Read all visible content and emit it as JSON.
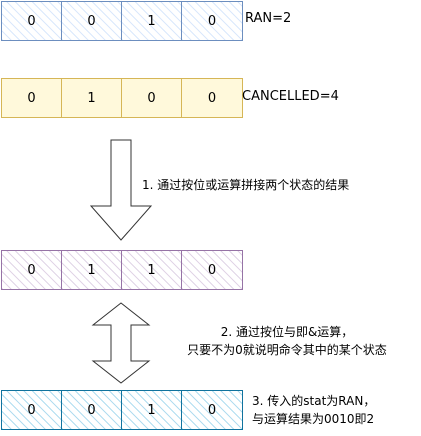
{
  "rows": {
    "ran": {
      "cells": [
        "0",
        "0",
        "1",
        "0"
      ],
      "label": "RAN=2"
    },
    "cancelled": {
      "cells": [
        "0",
        "1",
        "0",
        "0"
      ],
      "label": "CANCELLED=4"
    },
    "combined": {
      "cells": [
        "0",
        "1",
        "1",
        "0"
      ]
    },
    "result": {
      "cells": [
        "0",
        "0",
        "1",
        "0"
      ]
    }
  },
  "notes": {
    "step1": "1. 通过按位或运算拼接两个状态的结果",
    "step2_line1": "2. 通过按位与即&运算，",
    "step2_line2": "只要不为0就说明命令其中的某个状态",
    "step3_line1": "3. 传入的stat为RAN，",
    "step3_line2": "与运算结果为0010即2"
  },
  "colors": {
    "ran_border": "#6c8ebf",
    "cancelled_border": "#d6b656",
    "combined_border": "#9673a6",
    "result_border": "#10739e"
  }
}
